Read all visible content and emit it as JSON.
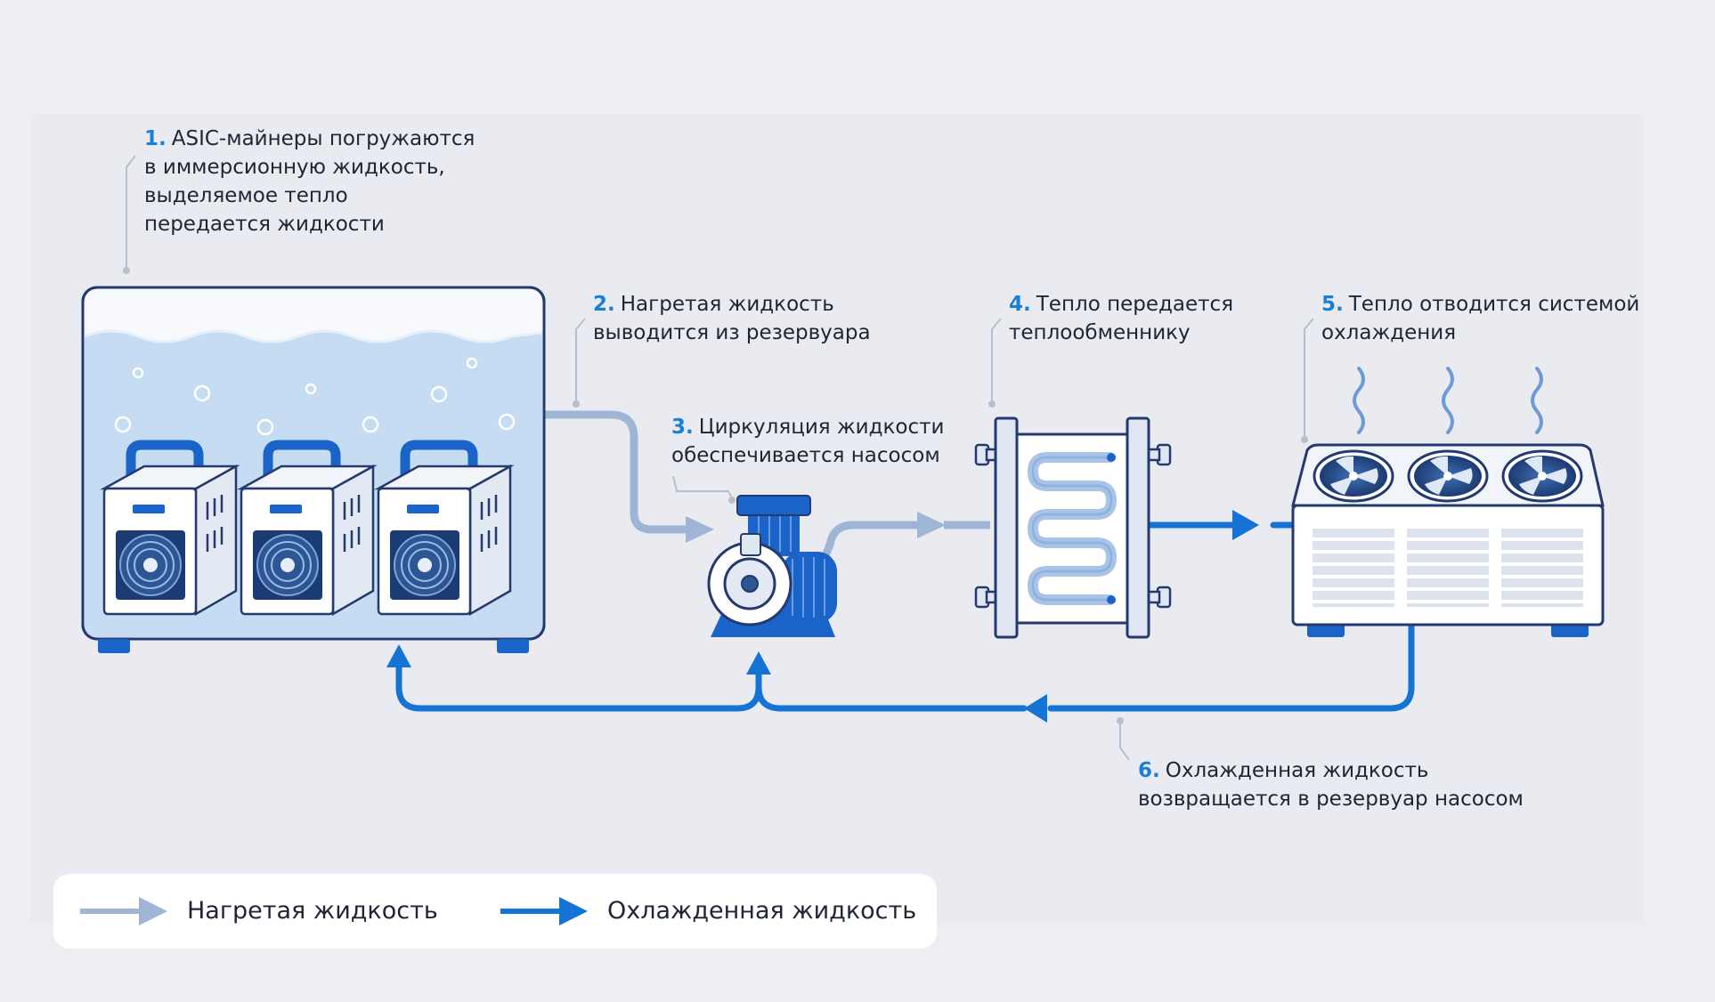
{
  "steps": [
    {
      "num": "1.",
      "lines": [
        "ASIC-майнеры погружаются",
        "в иммерсионную жидкость,",
        "выделяемое тепло",
        "передается жидкости"
      ]
    },
    {
      "num": "2.",
      "lines": [
        "Нагретая жидкость",
        "выводится из резервуара"
      ]
    },
    {
      "num": "3.",
      "lines": [
        "Циркуляция жидкости",
        "обеспечивается насосом"
      ]
    },
    {
      "num": "4.",
      "lines": [
        "Тепло передается",
        "теплообменнику"
      ]
    },
    {
      "num": "5.",
      "lines": [
        "Тепло отводится системой",
        "охлаждения"
      ]
    },
    {
      "num": "6.",
      "lines": [
        "Охлажденная жидкость",
        "возвращается в резервуар насосом"
      ]
    }
  ],
  "legend": {
    "hot_label": "Нагретая жидкость",
    "cold_label": "Охлажденная жидкость"
  },
  "colors": {
    "hot_fluid": "#9fb5d6",
    "cold_fluid": "#1673d6",
    "accent": "#1a7fd8",
    "dark_blue": "#1a5fc4",
    "outline": "#243a6e",
    "tank_liquid": "#c5dcf3"
  },
  "icons": {
    "tank": "immersion-tank-icon",
    "miner": "asic-miner-icon",
    "pump": "pump-icon",
    "heat_exchanger": "heat-exchanger-icon",
    "dry_cooler": "dry-cooler-icon",
    "heat_waves": "heat-waves-icon"
  }
}
